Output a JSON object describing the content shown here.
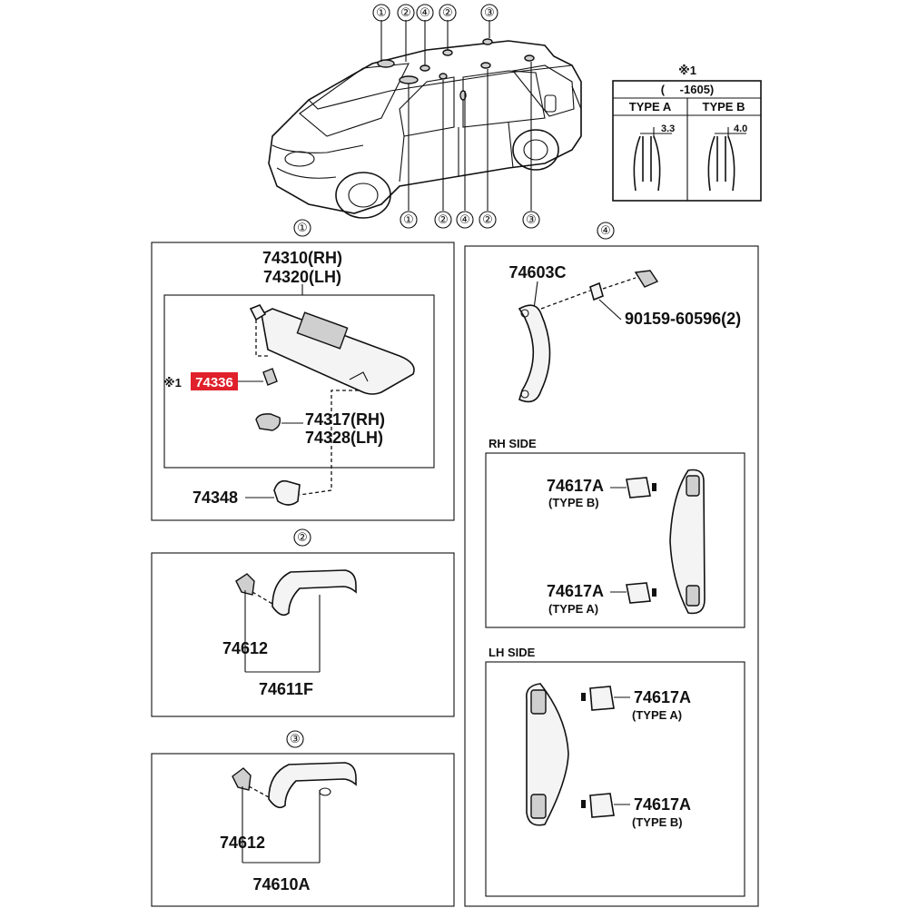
{
  "car_callouts_top": [
    "①",
    "②",
    "④",
    "②",
    "③"
  ],
  "car_callouts_bottom": [
    "①",
    "②",
    "④",
    "②",
    "③"
  ],
  "note_box": {
    "mark": "※1",
    "period": "(　 -1605)",
    "type_a": "TYPE A",
    "type_b": "TYPE B",
    "dim_a": "3.3",
    "dim_b": "4.0"
  },
  "section1": {
    "marker": "①",
    "visor_rh": "74310(RH)",
    "visor_lh": "74320(LH)",
    "clip_mark": "※1",
    "clip_part": "74336",
    "holder_rh": "74317(RH)",
    "holder_lh": "74328(LH)",
    "bracket": "74348"
  },
  "section2": {
    "marker": "②",
    "cap": "74612",
    "assy": "74611F"
  },
  "section3": {
    "marker": "③",
    "cap": "74612",
    "assy": "74610A"
  },
  "section4": {
    "marker": "④",
    "grip": "74603C",
    "screw": "90159-60596(2)",
    "rh_side": {
      "heading": "RH SIDE",
      "cap_b": "74617A",
      "type_b": "(TYPE B)",
      "cap_a": "74617A",
      "type_a": "(TYPE A)"
    },
    "lh_side": {
      "heading": "LH SIDE",
      "cap_a": "74617A",
      "type_a": "(TYPE A)",
      "cap_b": "74617A",
      "type_b": "(TYPE B)"
    }
  },
  "colors": {
    "highlight": "#e0202a",
    "line": "#111111"
  }
}
